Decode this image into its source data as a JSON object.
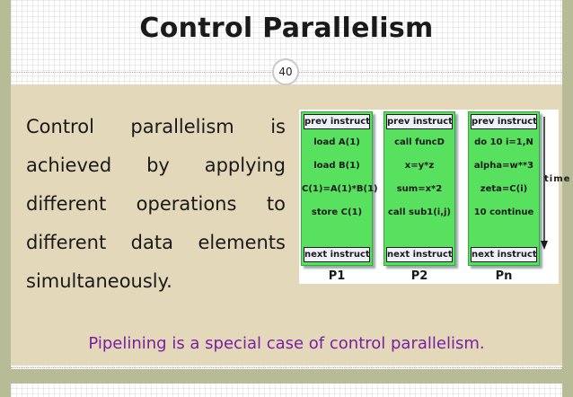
{
  "slide": {
    "title": "Control Parallelism",
    "page_number": "40",
    "body_lines": [
      "Control parallelism is",
      "achieved by applying",
      "different operations to",
      "different data elements"
    ],
    "body_last_line": "simultaneously.",
    "footer": "Pipelining is a special case of control parallelism."
  },
  "figure": {
    "time_label": "time",
    "processors": [
      {
        "label": "P1",
        "header": "prev instruct",
        "steps": [
          "load A(1)",
          "load B(1)",
          "C(1)=A(1)*B(1)",
          "store C(1)"
        ],
        "footer": "next instruct"
      },
      {
        "label": "P2",
        "header": "prev instruct",
        "steps": [
          "call funcD",
          "x=y*z",
          "sum=x*2",
          "call sub1(i,j)"
        ],
        "footer": "next instruct"
      },
      {
        "label": "Pn",
        "header": "prev instruct",
        "steps": [
          "do 10 i=1,N",
          "alpha=w**3",
          "zeta=C(i)",
          "10 continue"
        ],
        "footer": "next instruct"
      }
    ]
  },
  "colors": {
    "content_bg": "#e3d8b9",
    "side_bars": "#b7bb96",
    "footer_text": "#7a1fa0",
    "processor_fill": "#58e15e"
  }
}
